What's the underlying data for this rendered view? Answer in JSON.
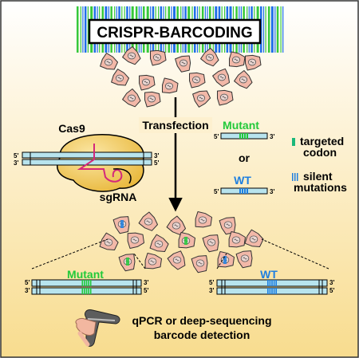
{
  "title": "CRISPR-BARCODING",
  "labels": {
    "transfection": "Transfection",
    "cas9": "Cas9",
    "sgrna": "sgRNA",
    "mutant": "Mutant",
    "or": "or",
    "wt": "WT",
    "targeted_codon_line1": "targeted",
    "targeted_codon_line2": "codon",
    "silent_line1": "silent",
    "silent_line2": "mutations",
    "detection_line1": "qPCR or deep-sequencing",
    "detection_line2": "barcode detection",
    "end5": "5'",
    "end3": "3'"
  },
  "colors": {
    "mutant_green": "#22c93a",
    "wt_blue": "#1e7fe0",
    "dna_fill": "#b8e4ee",
    "cell_fill": "#f2b8a8",
    "nucleus_fill": "#ead6d2",
    "cas9_fill": "#f4cf6a",
    "barcode_green": "#36c83a",
    "barcode_blue": "#1f6fe8"
  },
  "icons": {
    "scanner": "barcode-scanner-icon",
    "cell": "cell-icon"
  }
}
